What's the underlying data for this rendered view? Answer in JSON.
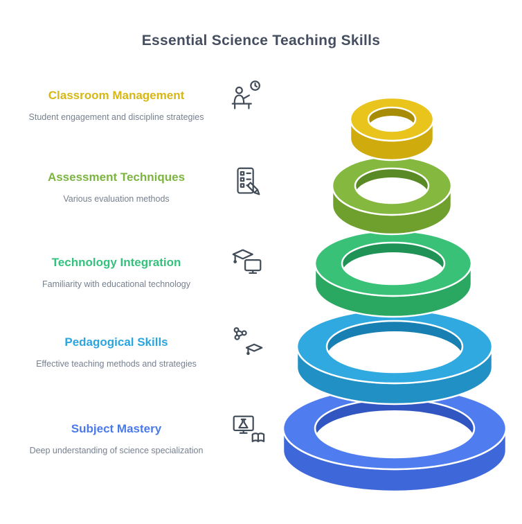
{
  "title": {
    "text": "Essential Science Teaching Skills",
    "color": "#454e5e"
  },
  "items": [
    {
      "label": "Classroom Management",
      "description": "Student engagement and discipline strategies",
      "icon": "teacher-desk-icon",
      "accent": "#d7b714",
      "ring_main": "#e8c41c",
      "ring_side": "#cfab0e",
      "ring_inner": "#a98c06"
    },
    {
      "label": "Assessment Techniques",
      "description": "Various evaluation methods",
      "icon": "checklist-pencil-icon",
      "accent": "#7cb440",
      "ring_main": "#85b83f",
      "ring_side": "#6fa02e",
      "ring_inner": "#5a8a25"
    },
    {
      "label": "Technology Integration",
      "description": "Familiarity with educational technology",
      "icon": "graduation-monitor-icon",
      "accent": "#35c17d",
      "ring_main": "#38c177",
      "ring_side": "#2aa862",
      "ring_inner": "#1f9355"
    },
    {
      "label": "Pedagogical Skills",
      "description": "Effective teaching methods and strategies",
      "icon": "molecule-cap-icon",
      "accent": "#2aa5de",
      "ring_main": "#2fa9e0",
      "ring_side": "#2190c5",
      "ring_inner": "#177fb2"
    },
    {
      "label": "Subject Mastery",
      "description": "Deep understanding of science specialization",
      "icon": "science-monitor-book-icon",
      "accent": "#4a7ae8",
      "ring_main": "#4f7def",
      "ring_side": "#3e68da",
      "ring_inner": "#3156c2"
    }
  ]
}
